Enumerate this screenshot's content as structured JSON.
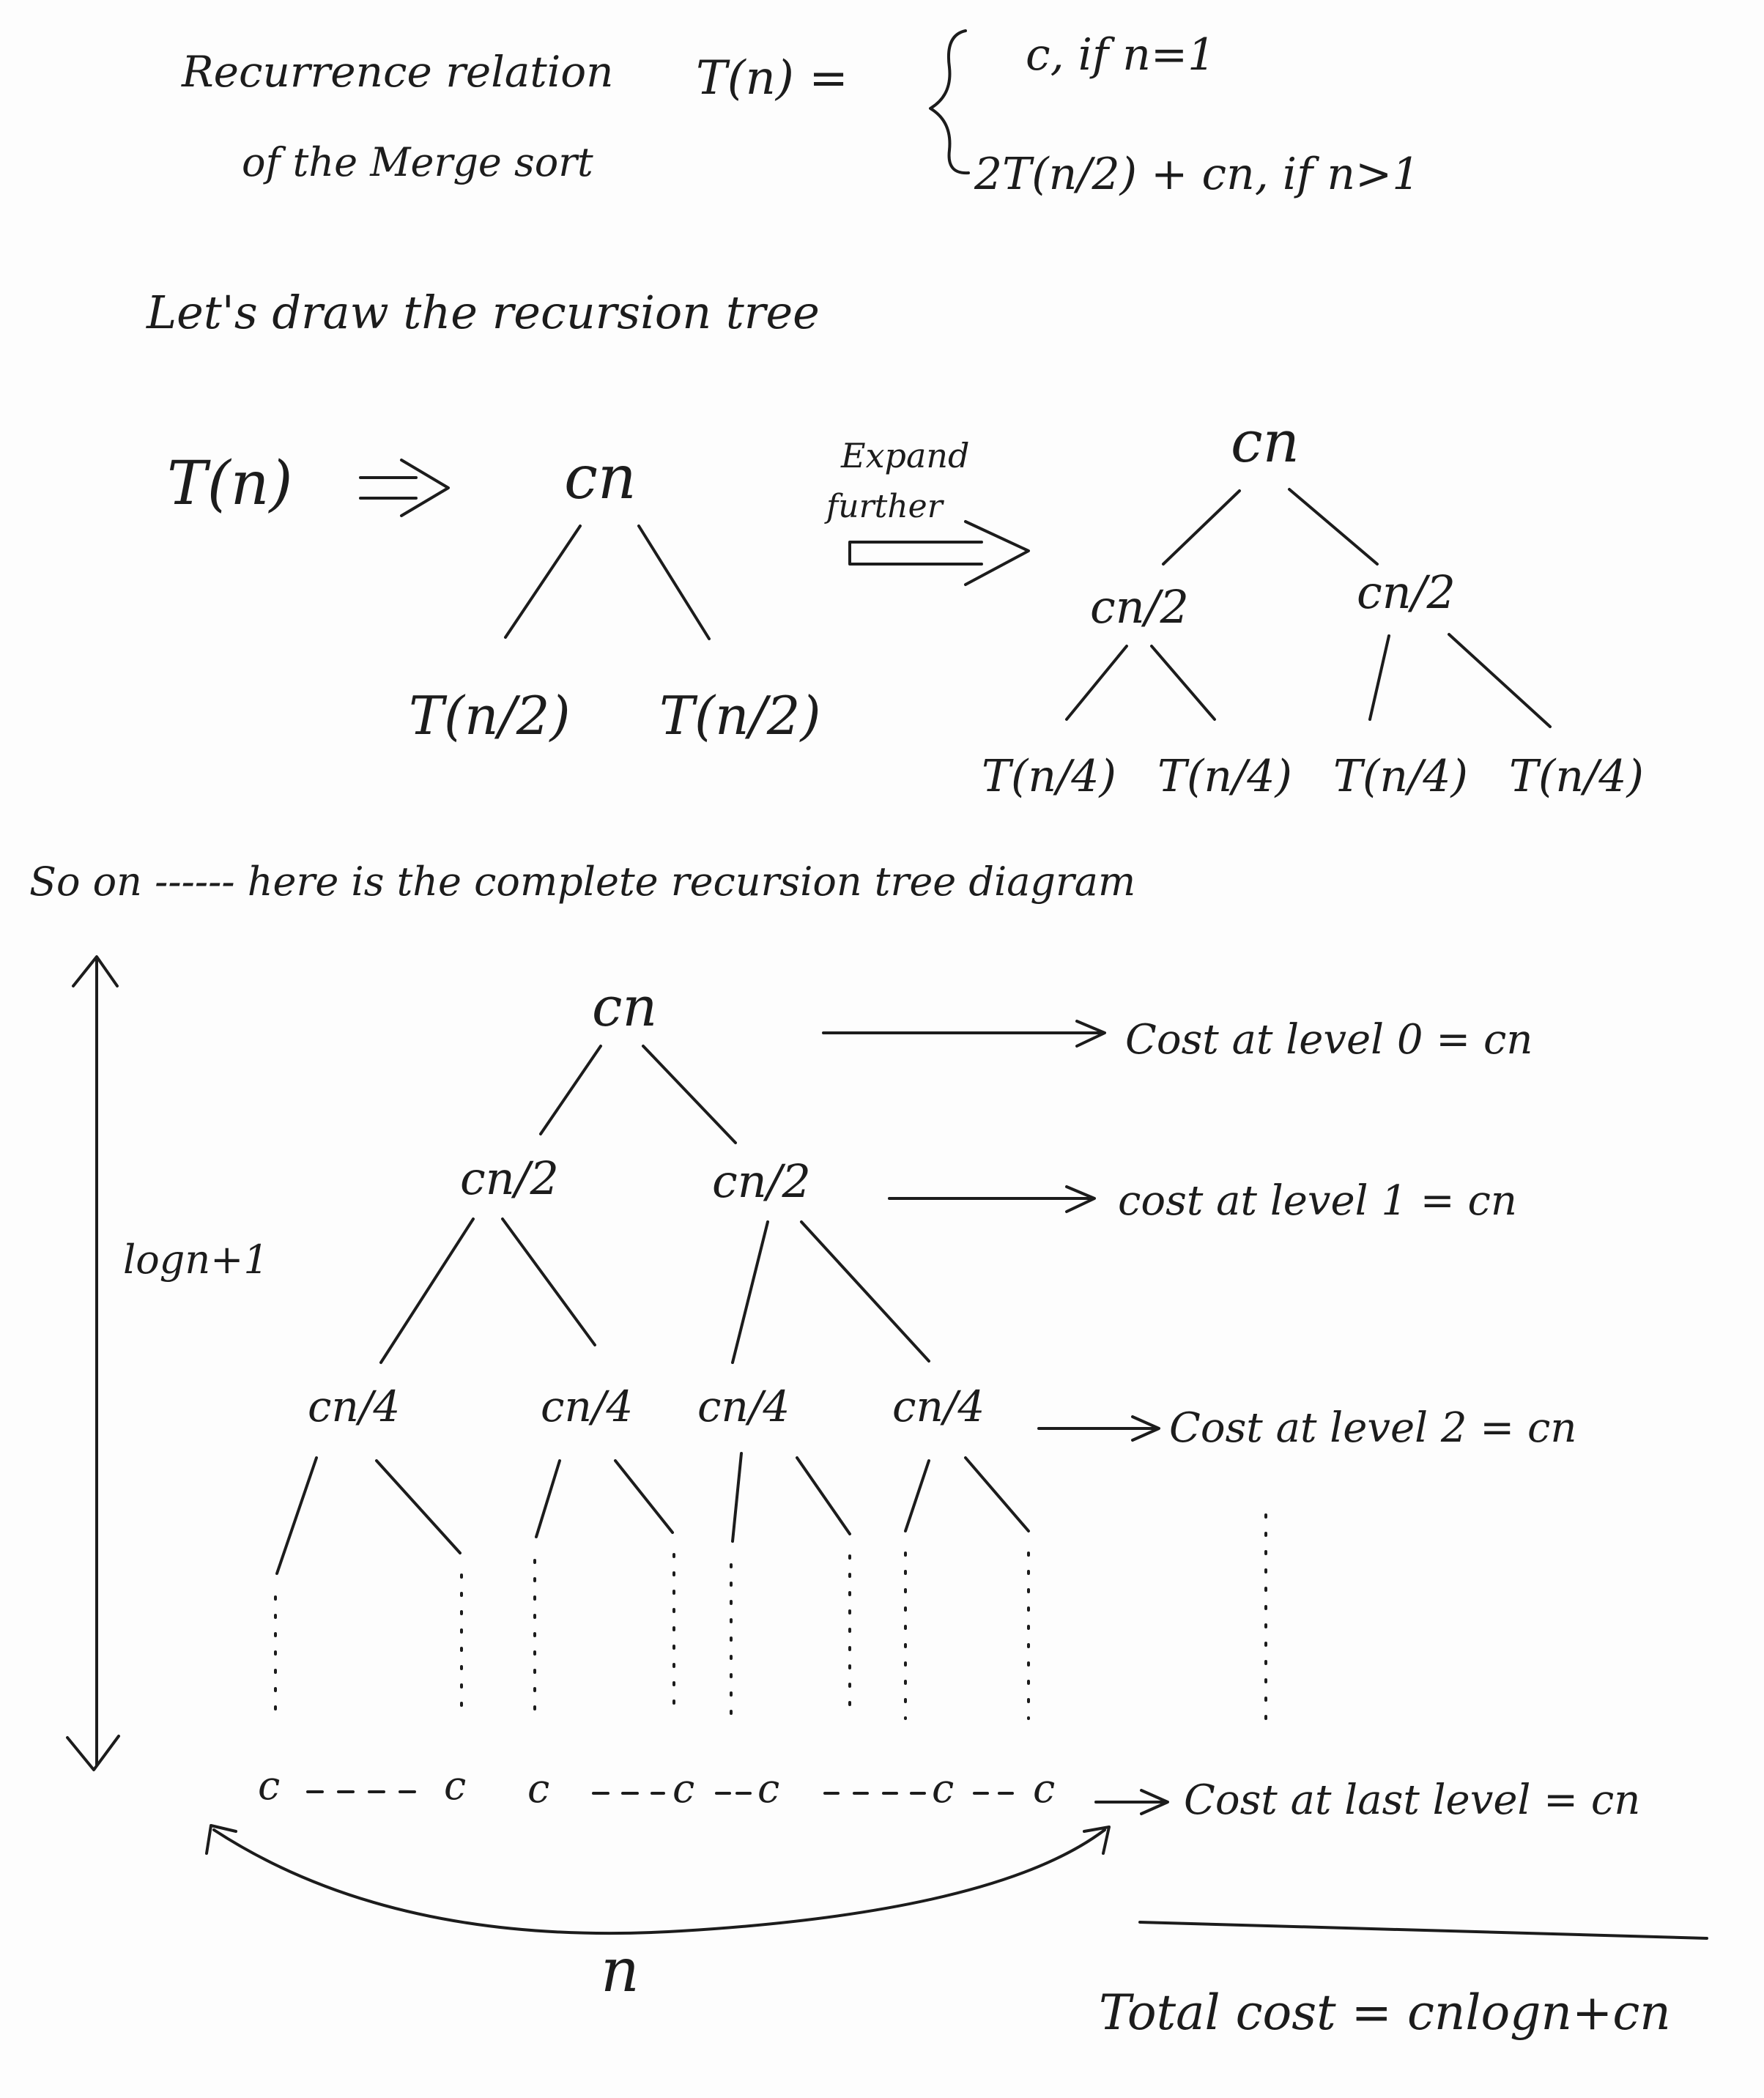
{
  "header": {
    "line1": "Recurrence relation",
    "line2": "of the Merge sort",
    "lhs": "T(n) =",
    "case1": "c, if n=1",
    "case2": "2T(n/2) + cn, if n>1"
  },
  "intro": "Let's draw the recursion tree",
  "step1": {
    "tn": "T(n)",
    "root": "cn",
    "left": "T(n/2)",
    "right": "T(n/2)"
  },
  "expand": {
    "line1": "Expand",
    "line2": "further"
  },
  "step2": {
    "root": "cn",
    "l1": [
      "cn/2",
      "cn/2"
    ],
    "l2": [
      "T(n/4)",
      "T(n/4)",
      "T(n/4)",
      "T(n/4)"
    ]
  },
  "soon": "So on ------ here is the complete recursion tree diagram",
  "full": {
    "root": "cn",
    "l1": [
      "cn/2",
      "cn/2"
    ],
    "l2": [
      "cn/4",
      "cn/4",
      "cn/4",
      "cn/4"
    ],
    "leaves": [
      "c",
      "c",
      "c",
      "c",
      "c",
      "c",
      "c"
    ],
    "height_label": "logn+1",
    "width_label": "n"
  },
  "costs": [
    "Cost at level 0 = cn",
    "cost at level 1 = cn",
    "Cost at level 2 = cn",
    "Cost at last level = cn"
  ],
  "total": "Total cost = cnlogn+cn"
}
